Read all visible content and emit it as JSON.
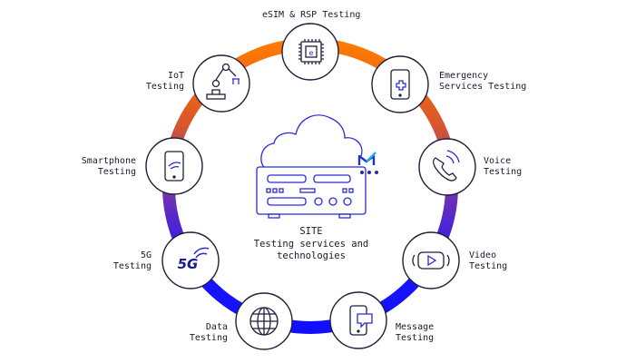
{
  "center": {
    "title": "SITE",
    "line1": "Testing services and",
    "line2": "technologies",
    "logo_icon": "m-logo-icon",
    "device_icon": "server-cloud-icon"
  },
  "ring": {
    "colors": [
      "#ff8000",
      "#c0392b",
      "#6a2bb5",
      "#1a1aff"
    ]
  },
  "services": [
    {
      "id": "esim",
      "icon": "sim-chip-icon",
      "lines": [
        "eSIM & RSP Testing"
      ]
    },
    {
      "id": "emergency",
      "icon": "medical-phone-icon",
      "lines": [
        "Emergency",
        "Services Testing"
      ]
    },
    {
      "id": "voice",
      "icon": "phone-call-icon",
      "lines": [
        "Voice",
        "Testing"
      ]
    },
    {
      "id": "video",
      "icon": "play-video-icon",
      "lines": [
        "Video",
        "Testing"
      ]
    },
    {
      "id": "message",
      "icon": "message-phone-icon",
      "lines": [
        "Message",
        "Testing"
      ]
    },
    {
      "id": "data",
      "icon": "globe-icon",
      "lines": [
        "Data",
        "Testing"
      ]
    },
    {
      "id": "5g",
      "icon": "5g-icon",
      "lines": [
        "5G",
        "Testing"
      ]
    },
    {
      "id": "smartphone",
      "icon": "smartphone-icon",
      "lines": [
        "Smartphone",
        "Testing"
      ]
    },
    {
      "id": "iot",
      "icon": "robot-arm-icon",
      "lines": [
        "IoT",
        "Testing"
      ]
    }
  ]
}
